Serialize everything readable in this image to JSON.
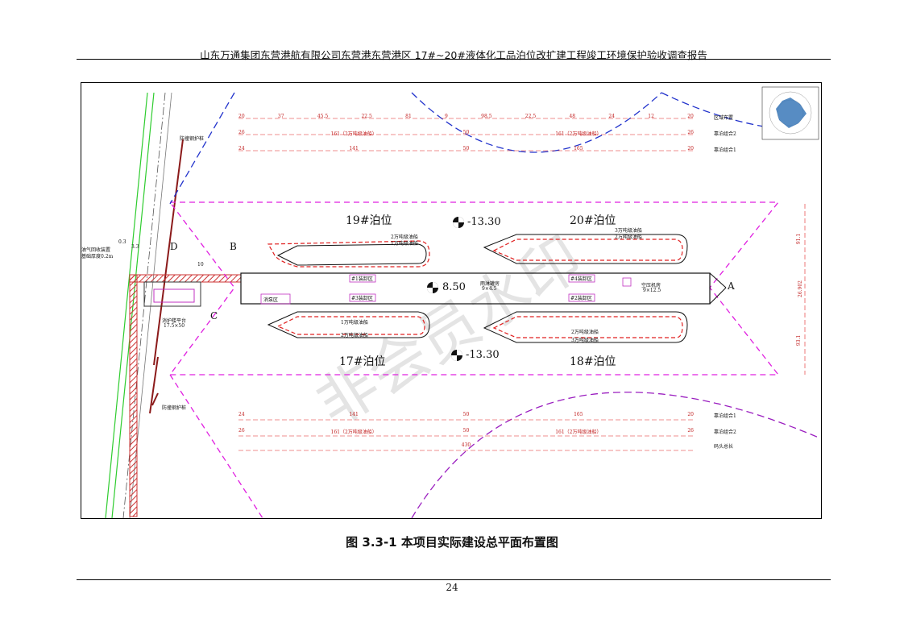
{
  "header": {
    "title": "山东万通集团东营港航有限公司东营港东营港区 17#~20#液体化工品泊位改扩建工程竣工环境保护验收调查报告"
  },
  "drawing": {
    "berths": {
      "b19": "19#泊位",
      "b20": "20#泊位",
      "b17": "17#泊位",
      "b18": "18#泊位"
    },
    "depths": {
      "north": "-13.30",
      "south": "-13.30",
      "platform": "8.50"
    },
    "points": {
      "A": "A",
      "B": "B",
      "C": "C",
      "D": "D"
    },
    "areas": {
      "load1": "#1装卸区",
      "load2": "#2装卸区",
      "load3": "#3装卸区",
      "load4": "#4装卸区",
      "pump": "消泵区",
      "fire_room": "雨淋罐房",
      "fire_room_size": "9×4.5",
      "air_room": "空压机房",
      "air_room_size": "9×12.5"
    },
    "ships": {
      "n19_a": "2万吨级油船",
      "n19_b": "1万吨级油船",
      "n20_a": "3万吨级油船",
      "n20_b": "2万吨级油船",
      "s17_a": "1万吨级油船",
      "s17_b": "2万吨级油船",
      "s18_a": "2万吨级油船",
      "s18_b": "3万吨级油船"
    },
    "labels": {
      "fender_top": "防撞钢护桩",
      "fender_bottom": "防撞钢护桩",
      "vapor": "油气回收装置",
      "vapor_sub": "基础厚度0.2m",
      "trestle": "消护楼平台",
      "trestle_size": "17.5×50",
      "dim_03": "0.3",
      "dim_33": "3.3",
      "dim_10": "10"
    },
    "dims_top": {
      "row1": [
        "20",
        "37",
        "45.5",
        "22.5",
        "81",
        "9",
        "98.5",
        "22.5",
        "48",
        "24",
        "12",
        "20"
      ],
      "row1_label": "区域布置",
      "row2": [
        "26",
        "161（2万吨级油船）",
        "50",
        "161（2万吨级油船）",
        "26"
      ],
      "row2_label": "靠泊组合2",
      "row3": [
        "24",
        "141",
        "50",
        "165",
        "20"
      ],
      "row3_label": "靠泊组合1"
    },
    "dims_bottom": {
      "row1": [
        "24",
        "141",
        "50",
        "165",
        "20"
      ],
      "row1_label": "靠泊组合1",
      "row2": [
        "26",
        "161（2万吨级油船）",
        "50",
        "161（2万吨级油船）",
        "26"
      ],
      "row2_label": "靠泊组合2",
      "row3": [
        "430"
      ],
      "row3_label": "码头总长"
    },
    "dims_right": [
      "91.1",
      "26.902",
      "93.1"
    ],
    "watermark": "非会员水印"
  },
  "caption": "图 3.3-1 本项目实际建设总平面布置图",
  "page_number": "24",
  "colors": {
    "magenta": "#e020e0",
    "blue": "#2233cc",
    "red": "#e02020",
    "green": "#2ecc2e",
    "hatch": "#cc3333"
  }
}
